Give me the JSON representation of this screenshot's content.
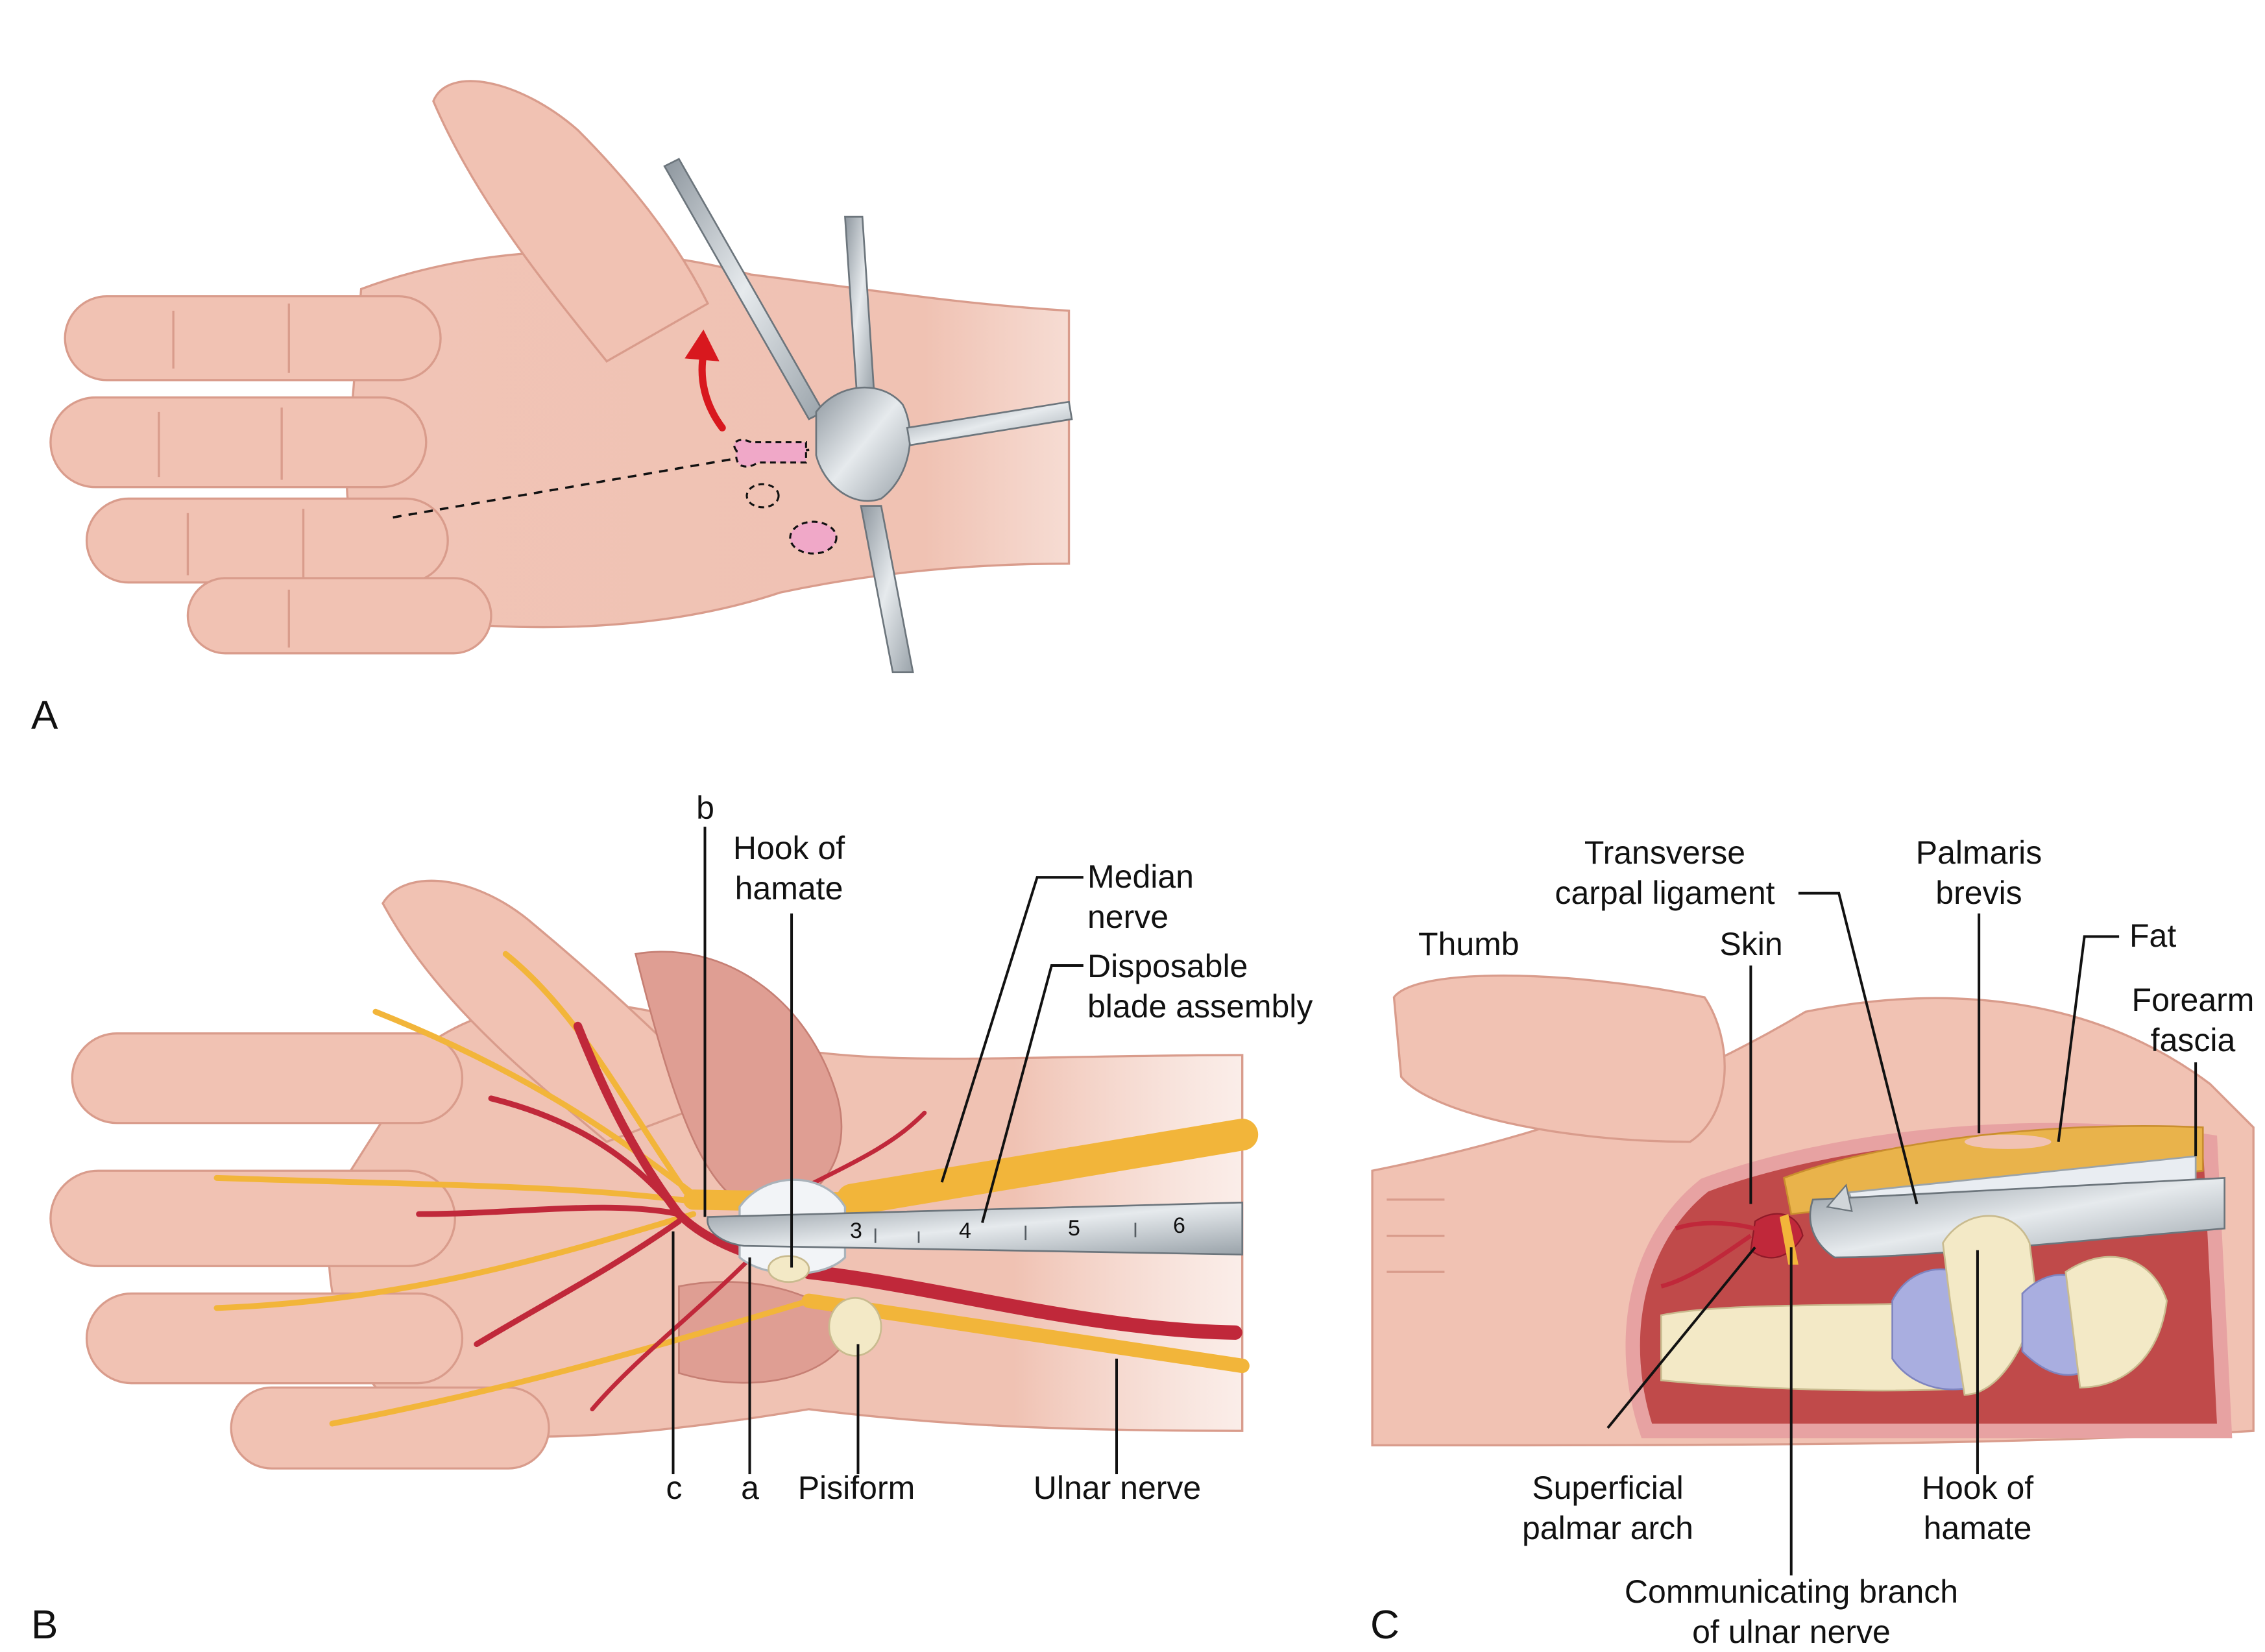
{
  "panels": {
    "a": "A",
    "b": "B",
    "c": "C"
  },
  "panel_b": {
    "label_b": "b",
    "hook_of_hamate": [
      "Hook of",
      "hamate"
    ],
    "median_nerve": [
      "Median",
      "nerve"
    ],
    "disposable_blade_assembly": [
      "Disposable",
      "blade assembly"
    ],
    "label_c": "c",
    "label_a": "a",
    "pisiform": "Pisiform",
    "ulnar_nerve": "Ulnar nerve",
    "scale_numbers": [
      "3",
      "4",
      "5",
      "6"
    ]
  },
  "panel_c": {
    "thumb": "Thumb",
    "transverse_carpal_ligament": [
      "Transverse",
      "carpal ligament"
    ],
    "skin": "Skin",
    "palmaris_brevis": [
      "Palmaris",
      "brevis"
    ],
    "fat": "Fat",
    "forearm_fascia": [
      "Forearm",
      "fascia"
    ],
    "superficial_palmar_arch": [
      "Superficial",
      "palmar arch"
    ],
    "hook_of_hamate": [
      "Hook of",
      "hamate"
    ],
    "communicating_branch": [
      "Communicating branch",
      "of ulnar nerve"
    ]
  },
  "colors": {
    "skin": "#f1c2b3",
    "artery": "#c0283a",
    "nerve": "#f2b53a",
    "instrument": "#b9c0c6",
    "bone": "#f3e9c6",
    "cartilage": "#a9aee0",
    "arrow": "#d8181e"
  }
}
